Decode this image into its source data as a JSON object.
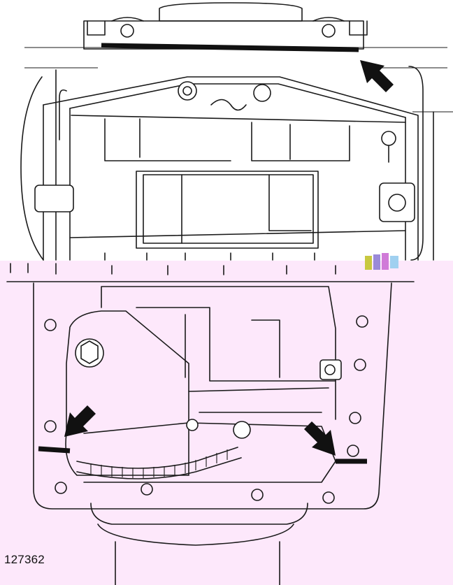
{
  "figure": {
    "number": "127362"
  },
  "colors": {
    "background": "#ffffff",
    "lower_panel_background": "#fde8fb",
    "line_art": "#1a1a1a",
    "highlight_marks": "#111111"
  },
  "panels": [
    {
      "name": "upper-view",
      "icons": [
        "arrow-icon"
      ],
      "marks": [
        "sealant-bead-line"
      ]
    },
    {
      "name": "lower-view",
      "icons": [
        "arrow-icon",
        "arrow-icon"
      ],
      "marks": [
        "sealant-bead-line",
        "sealant-bead-line"
      ]
    }
  ]
}
